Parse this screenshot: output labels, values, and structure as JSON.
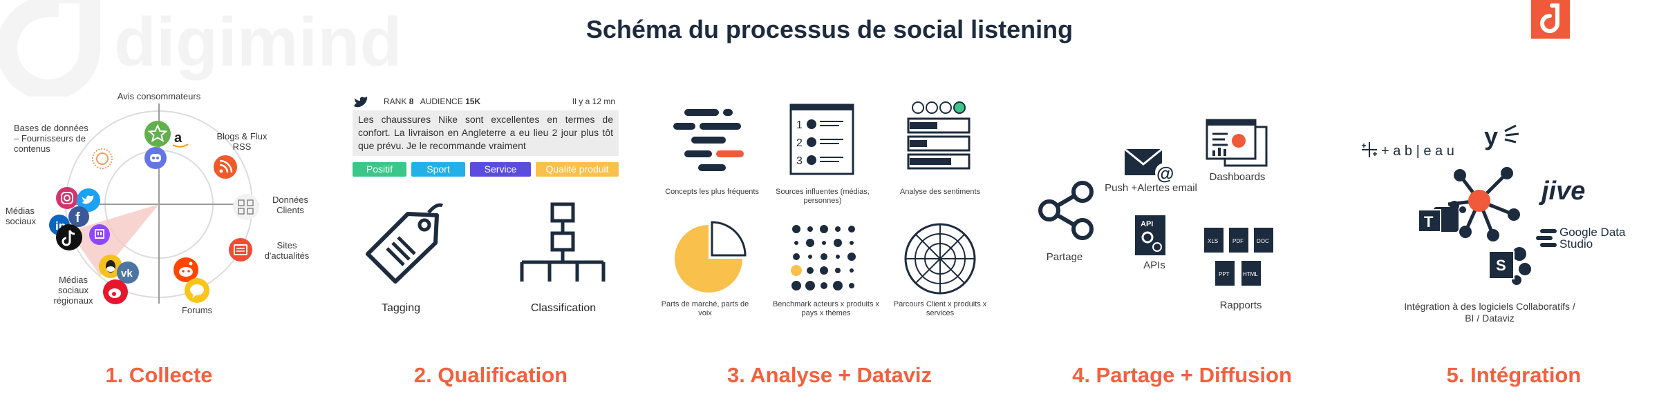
{
  "title": "Schéma du processus de social listening",
  "watermark": {
    "text": "digimind"
  },
  "colors": {
    "accent": "#f2603f",
    "dark": "#1d2b3e",
    "yellow": "#f9c04b",
    "logo": "#f05a3a"
  },
  "steps": [
    {
      "label": "1. Collecte"
    },
    {
      "label": "2. Qualification"
    },
    {
      "label": "3.  Analyse + Dataviz"
    },
    {
      "label": "4.  Partage + Diffusion"
    },
    {
      "label": "5. Intégration"
    }
  ],
  "collecte": {
    "avis": "Avis consommateurs",
    "bases": "Bases de données – Fournisseurs de contenus",
    "blogs": "Blogs & Flux RSS",
    "medias_sociaux": "Médias sociaux",
    "donnees_clients": "Données Clients",
    "sites": "Sites d'actualités",
    "medias_regionaux": "Médias sociaux régionaux",
    "forums": "Forums",
    "icons": [
      "star-icon",
      "amazon-icon",
      "discord-icon",
      "blog-icon",
      "rss-icon",
      "instagram-icon",
      "twitter-icon",
      "facebook-icon",
      "linkedin-icon",
      "tiktok-icon",
      "twitch-icon",
      "data-icon",
      "news-icon",
      "qq-icon",
      "vk-icon",
      "weibo-icon",
      "reddit-icon",
      "forum-icon"
    ]
  },
  "qualification": {
    "rank_label": "RANK",
    "rank_value": "8",
    "audience_label": "AUDIENCE",
    "audience_value": "15K",
    "time": "Il y a 12 mn",
    "post_text": "Les chaussures Nike sont excellentes en termes de confort. La livraison en Angleterre a eu lieu 2 jour plus tôt que prévu. Je le recommande vraiment",
    "tags": [
      {
        "label": "Positif",
        "color": "#3cc68a"
      },
      {
        "label": "Sport",
        "color": "#22b1e6"
      },
      {
        "label": "Service",
        "color": "#5b4ce0"
      },
      {
        "label": "Qualité produit",
        "color": "#f9c04b"
      }
    ],
    "tagging": "Tagging",
    "classification": "Classification"
  },
  "analyse": {
    "concepts": "Concepts les plus fréquents",
    "sources": "Sources  influentes (médias, personnes)",
    "sentiments": "Analyse des sentiments",
    "parts": "Parts de marché, parts de voix",
    "benchmark": "Benchmark acteurs x produits x pays x thèmes",
    "parcours": "Parcours Client x produits x services",
    "list_numbers": [
      "1",
      "2",
      "3"
    ]
  },
  "partage": {
    "push": "Push +Alertes email",
    "dashboards": "Dashboards",
    "partage": "Partage",
    "apis": "APIs",
    "api_icon_text": "API",
    "rapports": "Rapports",
    "file_types": [
      "XLS",
      "PDF",
      "DOC",
      "PPT",
      "HTML"
    ]
  },
  "integration": {
    "tableau": "+ a b | e a u",
    "jive": "jive",
    "google": "Google Data Studio",
    "caption": "Intégration à des logiciels Collaboratifs / BI / Dataviz"
  }
}
